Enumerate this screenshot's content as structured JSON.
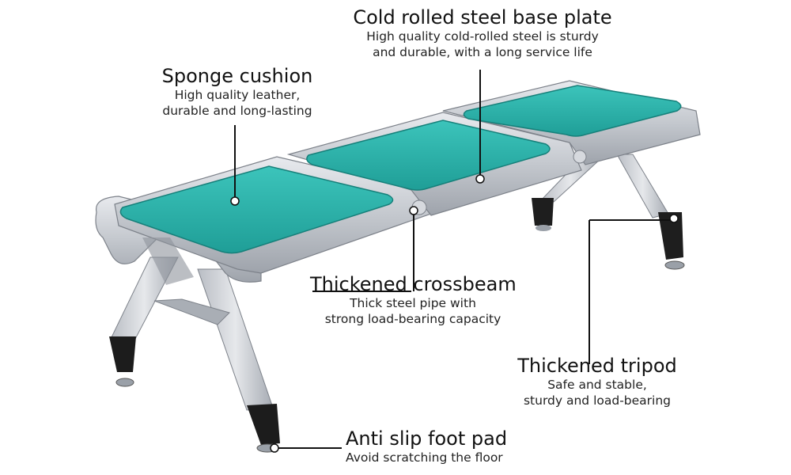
{
  "callouts": {
    "base_plate": {
      "title": "Cold rolled steel base plate",
      "desc_line1": "High quality cold-rolled steel is sturdy",
      "desc_line2": "and durable, with a long service life"
    },
    "cushion": {
      "title": "Sponge cushion",
      "desc_line1": "High quality leather,",
      "desc_line2": "durable and long-lasting"
    },
    "crossbeam": {
      "title": "Thickened crossbeam",
      "desc_line1": "Thick steel pipe with",
      "desc_line2": "strong load-bearing capacity"
    },
    "tripod": {
      "title": "Thickened tripod",
      "desc_line1": "Safe and stable,",
      "desc_line2": "sturdy and load-bearing"
    },
    "foot_pad": {
      "title": "Anti slip foot pad",
      "desc_line1": "Avoid scratching the floor"
    }
  },
  "colors": {
    "cushion": "#2bb5ad",
    "cushion_dark": "#1a8f88",
    "steel": "#c9ccd1",
    "steel_dark": "#8e939b",
    "foot": "#1c1c1c",
    "leader_line": "#111111"
  }
}
